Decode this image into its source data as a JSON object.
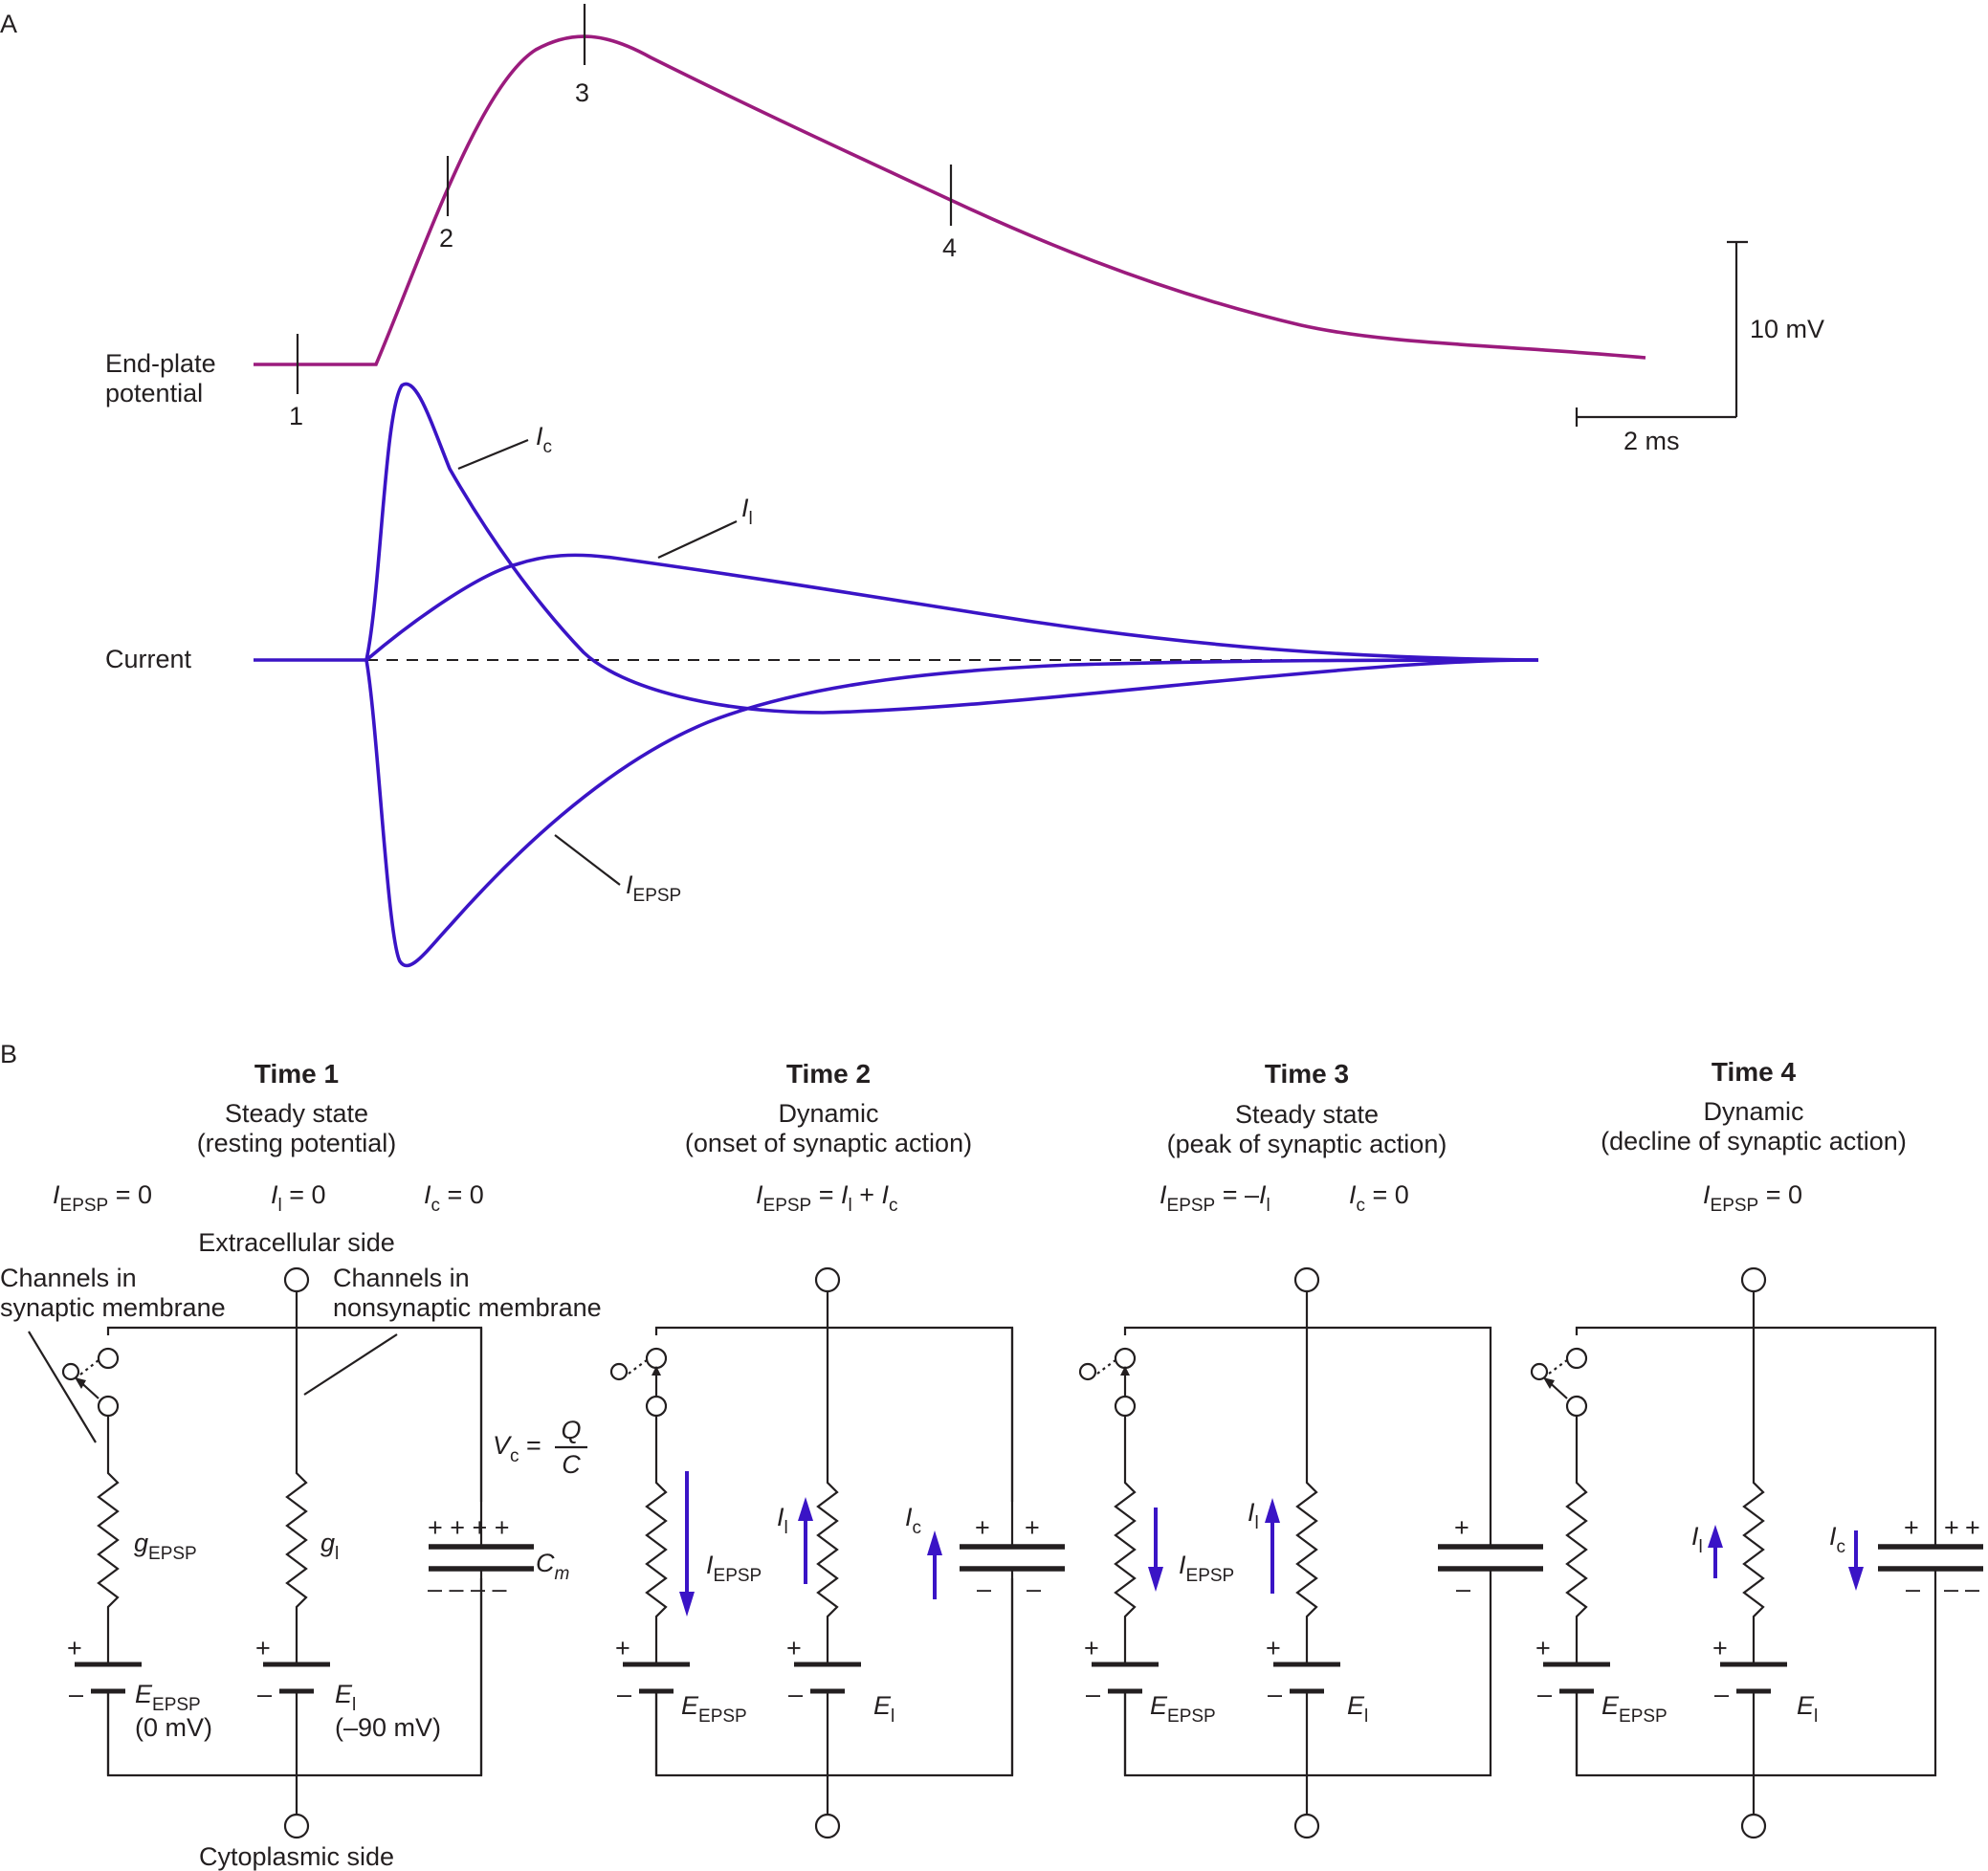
{
  "panel_a": {
    "label": "A",
    "epp_label_line1": "End-plate",
    "epp_label_line2": "potential",
    "current_label": "Current",
    "tick1": "1",
    "tick2": "2",
    "tick3": "3",
    "tick4": "4",
    "scale_v": "10 mV",
    "scale_t": "2 ms",
    "ic_label": "I",
    "ic_sub": "c",
    "il_label": "I",
    "il_sub": "l",
    "iepsp_label": "I",
    "iepsp_sub": "EPSP",
    "colors": {
      "epp": "#9b1b7d",
      "current": "#3a14c6"
    }
  },
  "panel_b": {
    "label": "B",
    "time1": {
      "title": "Time 1",
      "sub1": "Steady state",
      "sub2": "(resting potential)",
      "eq_a": "I",
      "eq_a_sub": "EPSP",
      "eq_a_rest": " = 0",
      "eq_b": "I",
      "eq_b_sub": "l",
      "eq_b_rest": " = 0",
      "eq_c": "I",
      "eq_c_sub": "c",
      "eq_c_rest": " = 0",
      "extracellular": "Extracellular side",
      "cytoplasmic": "Cytoplasmic side",
      "syn_line1": "Channels in",
      "syn_line2": "synaptic membrane",
      "nonsyn_line1": "Channels in",
      "nonsyn_line2": "nonsynaptic membrane",
      "vc": "V",
      "vc_sub": "c",
      "vc_eq": " = ",
      "q": "Q",
      "c": "C",
      "g_epsp": "g",
      "g_epsp_sub": "EPSP",
      "g_l": "g",
      "g_l_sub": "l",
      "cm": "C",
      "cm_sub": "m",
      "e_epsp": "E",
      "e_epsp_sub": "EPSP",
      "e_epsp_val": "(0 mV)",
      "e_l": "E",
      "e_l_sub": "l",
      "e_l_val": "(–90 mV)",
      "cap_plus": "+ +   + +",
      "cap_minus": "– –   – –"
    },
    "time2": {
      "title": "Time 2",
      "sub1": "Dynamic",
      "sub2": "(onset of synaptic action)",
      "eq": "I",
      "eq_sub": "EPSP",
      "eq_mid": " = ",
      "eq_i2": "I",
      "eq_i2_sub": "l",
      "eq_plus": " + ",
      "eq_i3": "I",
      "eq_i3_sub": "c"
    },
    "time3": {
      "title": "Time 3",
      "sub1": "Steady state",
      "sub2": "(peak of synaptic action)",
      "eq": "I",
      "eq_sub": "EPSP",
      "eq_mid": " = –",
      "eq_i2": "I",
      "eq_i2_sub": "l",
      "eq_c": "I",
      "eq_c_sub": "c",
      "eq_c_rest": " = 0"
    },
    "time4": {
      "title": "Time 4",
      "sub1": "Dynamic",
      "sub2": "(decline of synaptic action)",
      "eq": "I",
      "eq_sub": "EPSP",
      "eq_rest": " = 0"
    },
    "plus": "+",
    "minus": "–"
  }
}
